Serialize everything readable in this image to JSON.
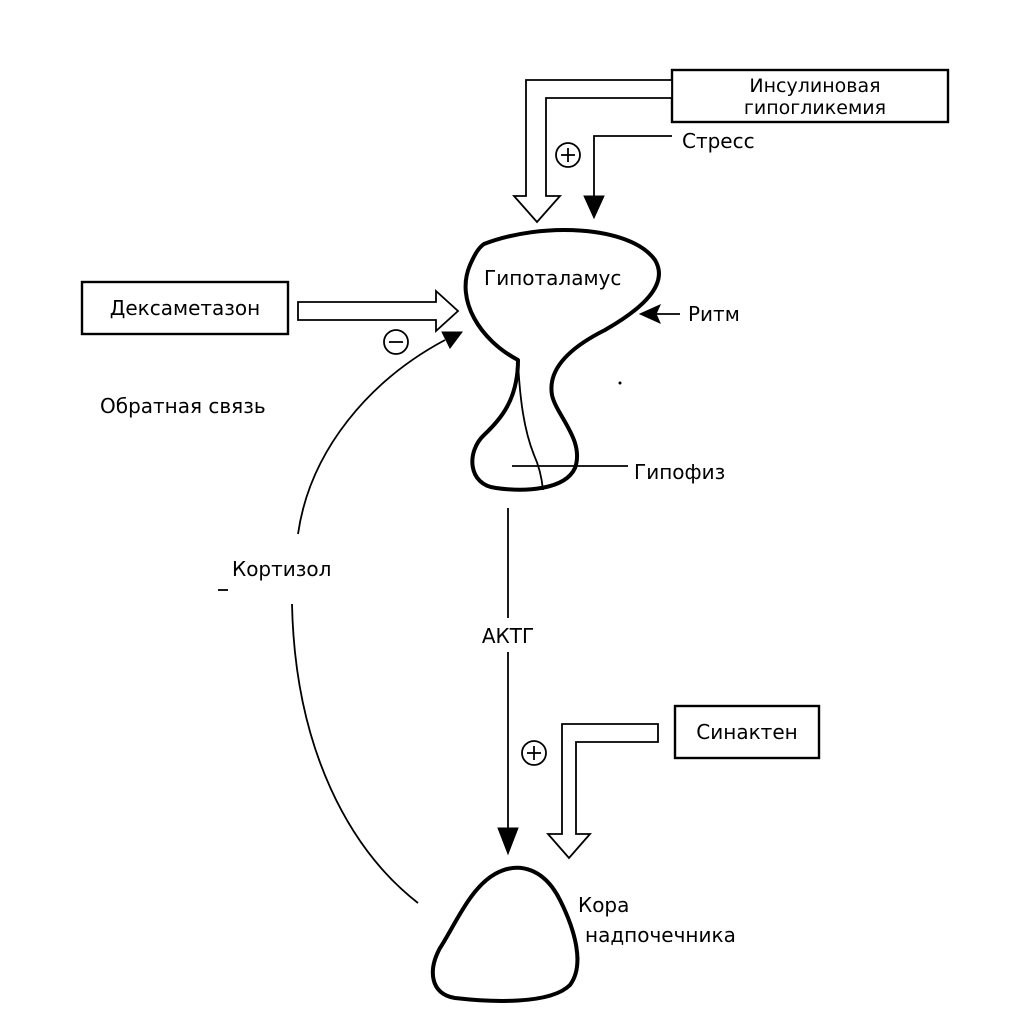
{
  "nodes": {
    "insulin_hypoglycemia": [
      "Инсулиновая",
      "гипогликемия"
    ],
    "stress": "Стресс",
    "hypothalamus": "Гипоталамус",
    "rhythm": "Ритм",
    "dexamethasone": "Дексаметазон",
    "feedback": "Обратная связь",
    "pituitary": "Гипофиз",
    "cortisol": "Кортизол",
    "acth": "АКТГ",
    "synacthen": "Синактен",
    "adrenal_cortex": [
      "Кора",
      "надпочечника"
    ]
  },
  "signs": {
    "plus": "+",
    "minus": "−"
  }
}
